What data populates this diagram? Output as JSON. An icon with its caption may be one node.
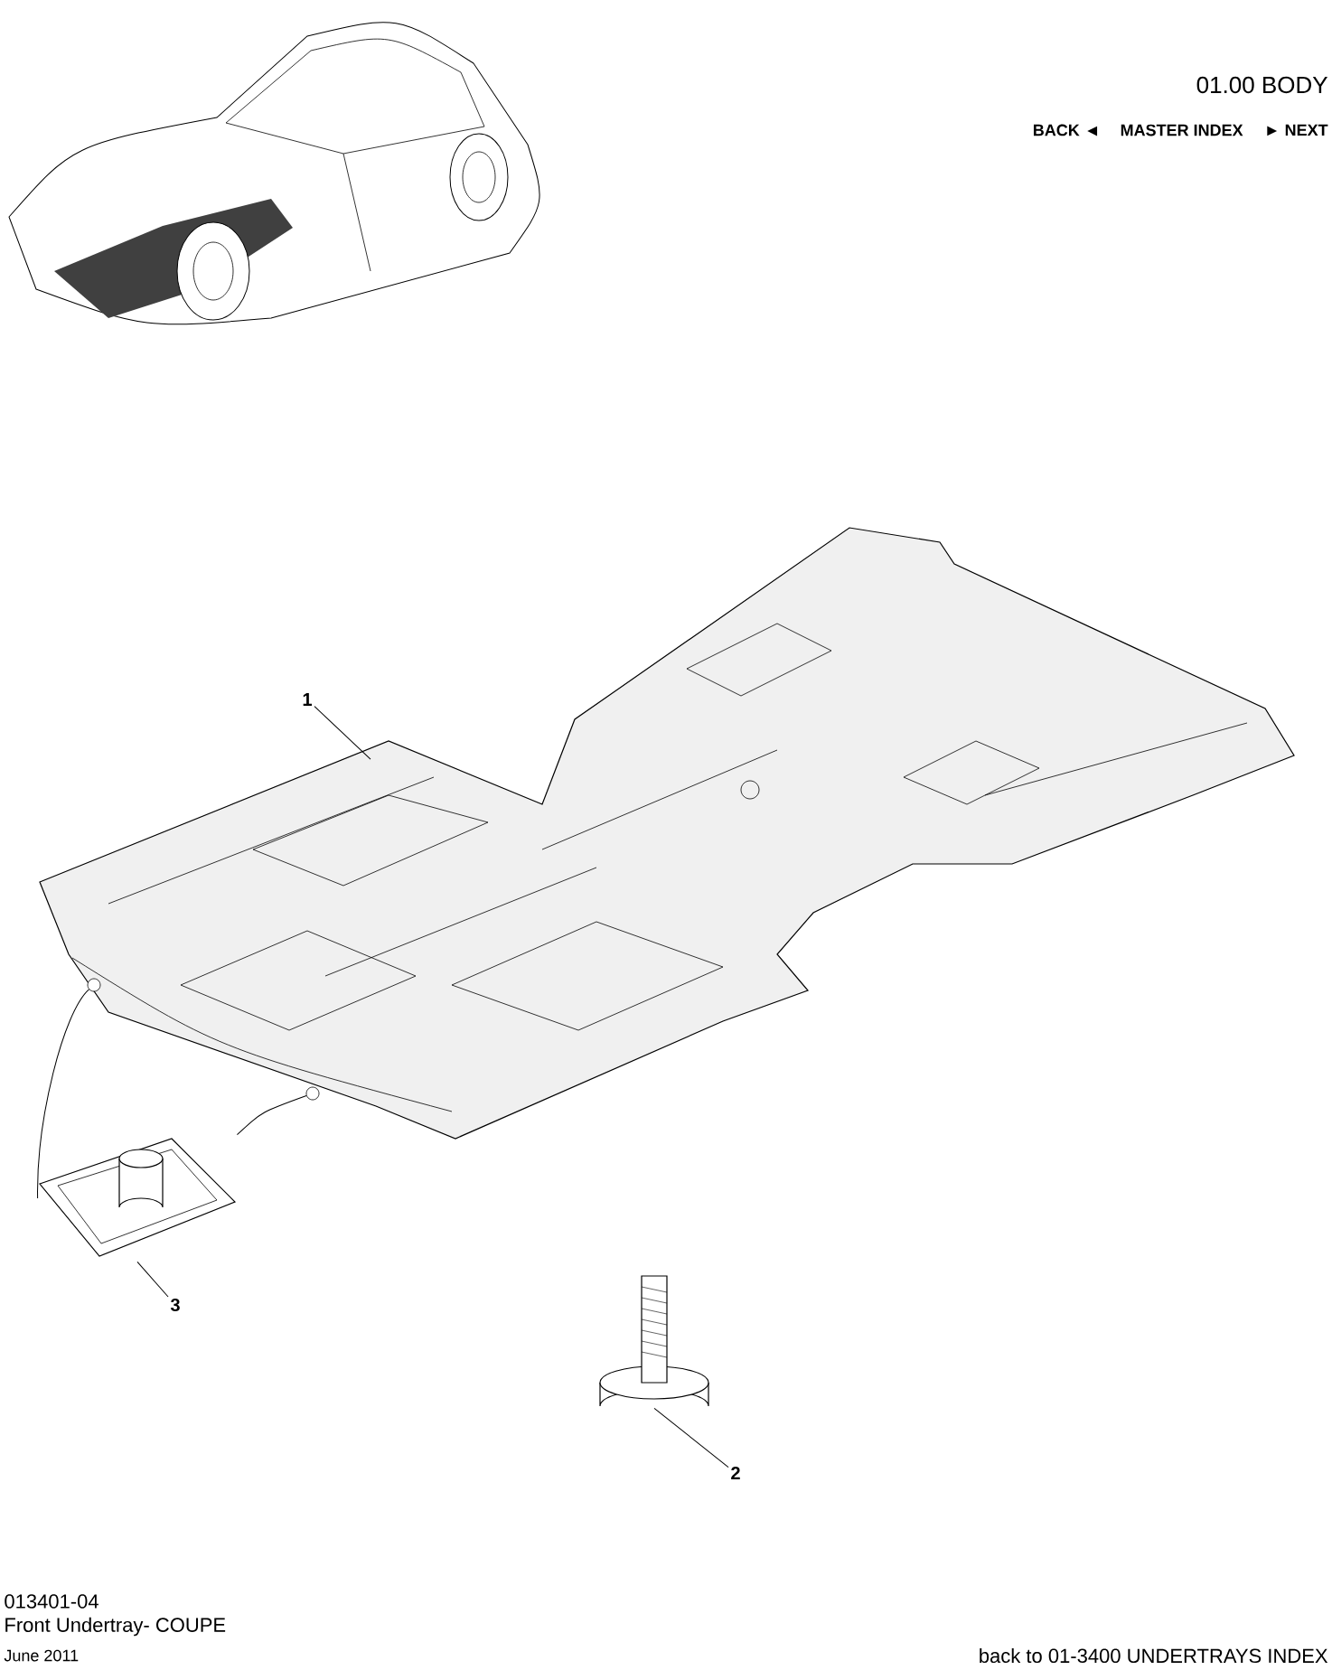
{
  "diagram": {
    "title": "Front Undertray- COUPE",
    "nodes": [
      {
        "text": [
          "1"
        ]
      },
      {
        "text": [],
        "shape": "picture"
      },
      {
        "text": [],
        "shape": "circle",
        "in": 1
      },
      {
        "text": [],
        "shape": "circle",
        "in": 1
      },
      {
        "text": [],
        "shape": "picture"
      },
      {
        "text": [
          "3"
        ]
      },
      {
        "text": [],
        "shape": "picture"
      },
      {
        "text": [
          "2"
        ]
      }
    ],
    "edges": [
      {
        "from": 0,
        "to": 1,
        "arrow": "none"
      },
      {
        "from": 4,
        "to": 2,
        "arrow": "none"
      },
      {
        "from": 4,
        "to": 3,
        "arrow": "none"
      },
      {
        "from": 5,
        "to": 4,
        "arrow": "none"
      },
      {
        "from": 7,
        "to": 6,
        "arrow": "none"
      }
    ],
    "labels": [
      "01.00 BODY",
      "BACK ◄",
      "MASTER INDEX",
      "► NEXT",
      "013401-04",
      "June 2011",
      "back to 01-3400 UNDERTRAYS INDEX"
    ]
  }
}
